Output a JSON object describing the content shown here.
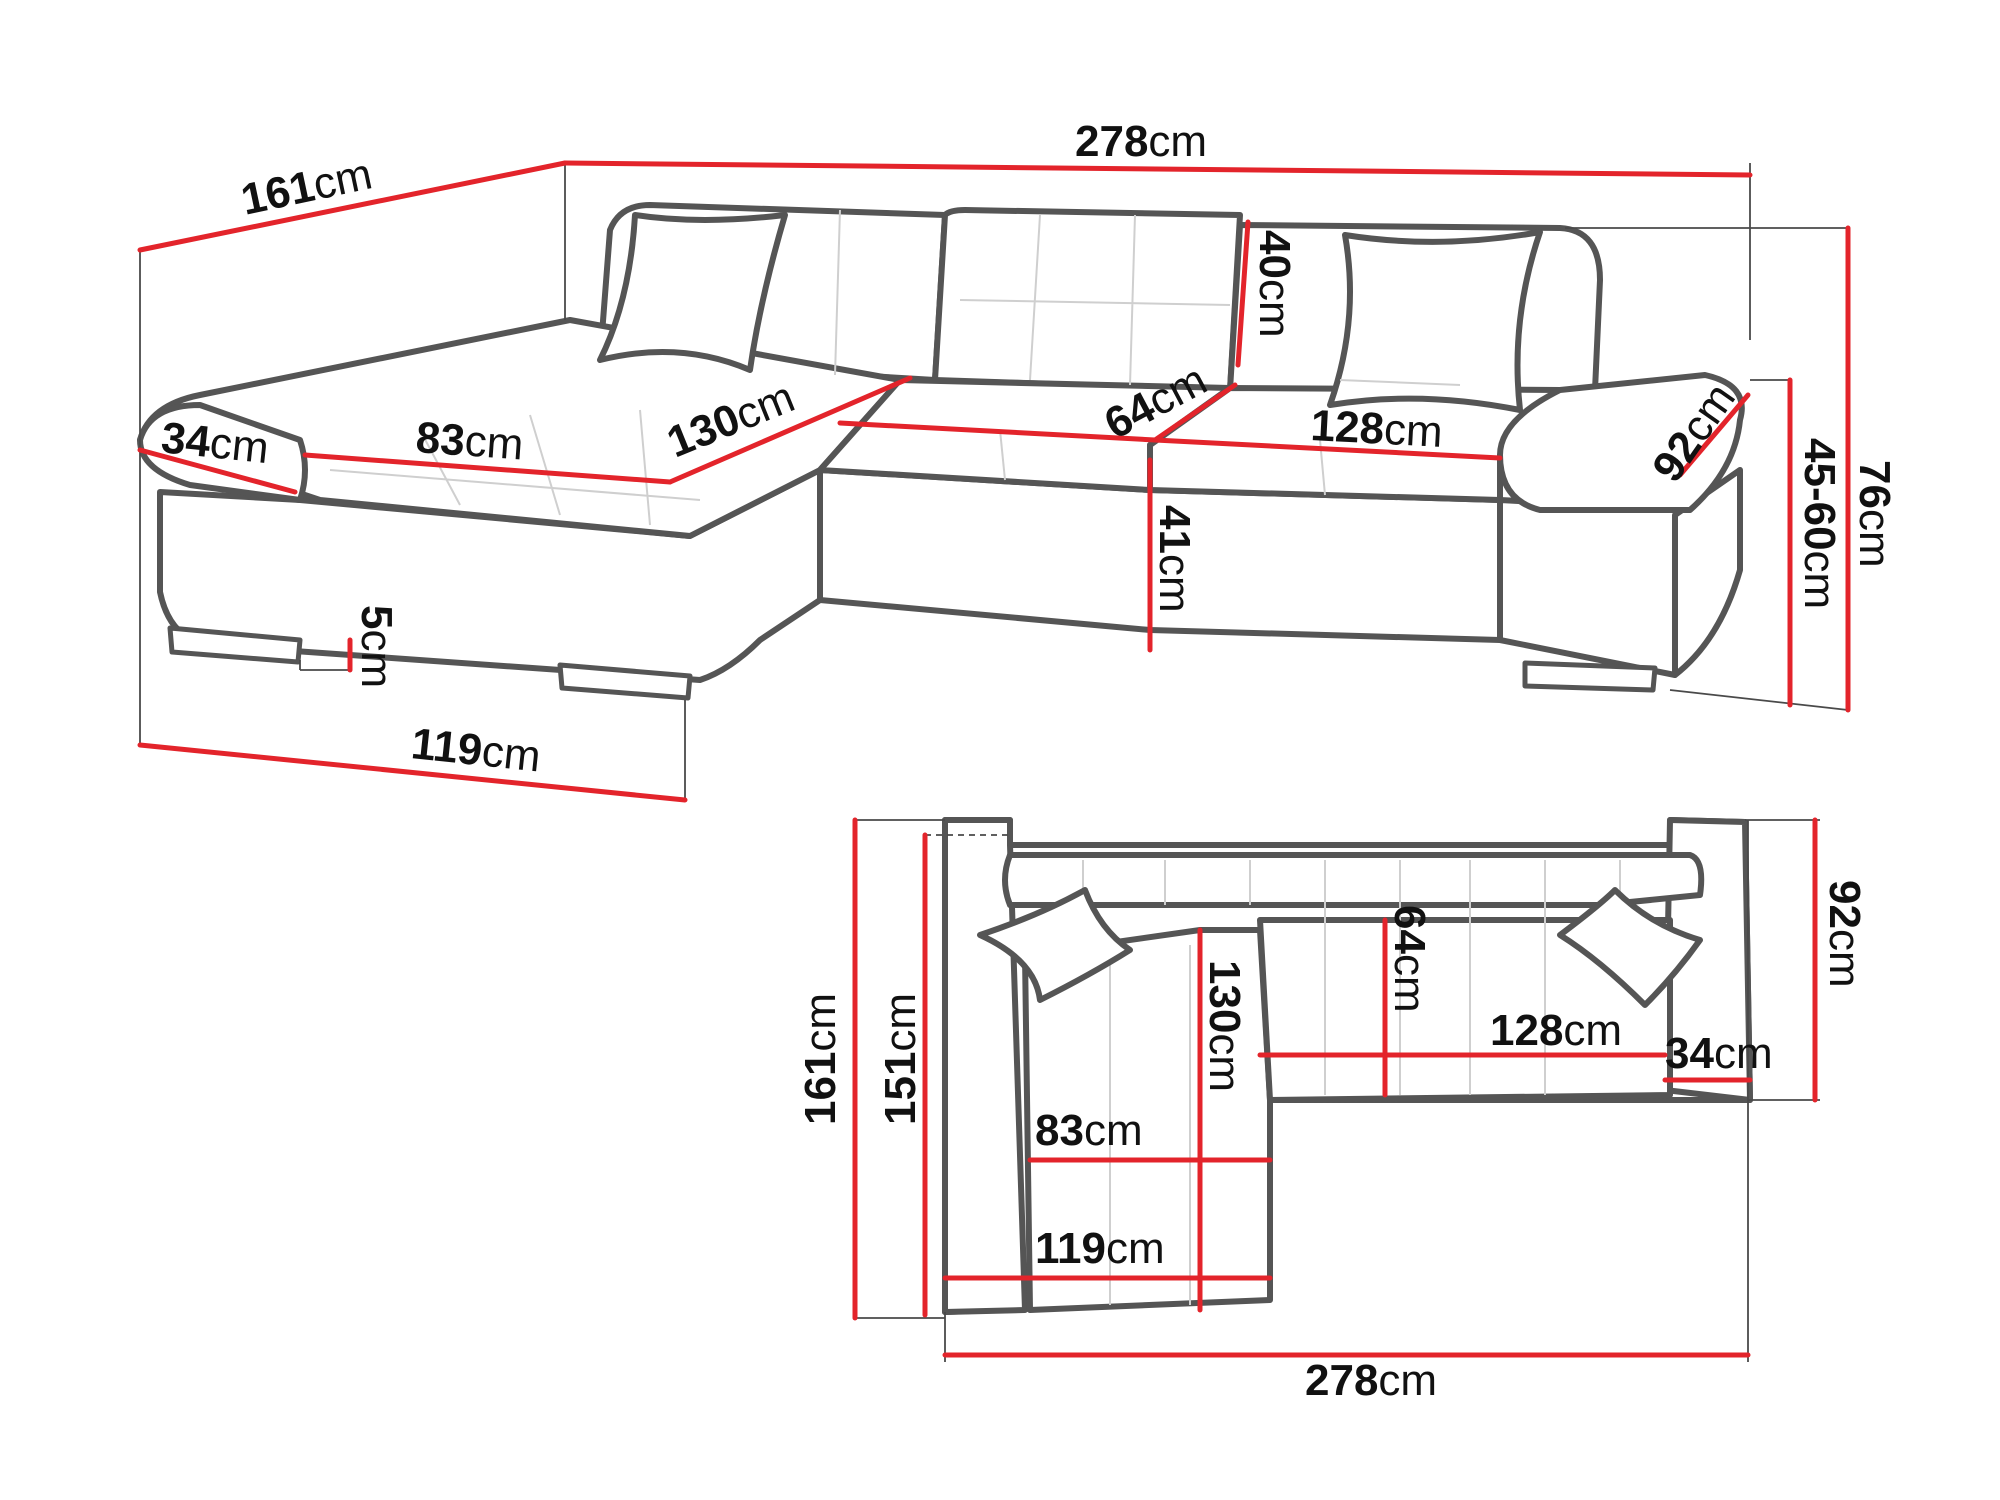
{
  "unit": "cm",
  "colors": {
    "dimension": "#e3242b",
    "outline": "#555555",
    "background": "#ffffff"
  },
  "perspective_view": {
    "length_total": "278",
    "depth_chaise": "161",
    "armrest_left_width": "34",
    "seat_width_chaise": "83",
    "seat_length_chaise": "130",
    "seat_depth_middle": "64",
    "backrest_height": "40",
    "seat_width_right": "128",
    "armrest_right_depth": "92",
    "seat_height": "41",
    "leg_height": "5",
    "chaise_width": "119",
    "seat_height_range": "45-60",
    "total_height": "76"
  },
  "top_view": {
    "length_total": "278",
    "depth_total": "161",
    "depth_inner": "151",
    "seat_length_chaise": "130",
    "seat_depth_middle": "64",
    "seat_width_right": "128",
    "armrest_right_width": "34",
    "depth_right": "92",
    "seat_width_chaise": "83",
    "chaise_width": "119"
  }
}
